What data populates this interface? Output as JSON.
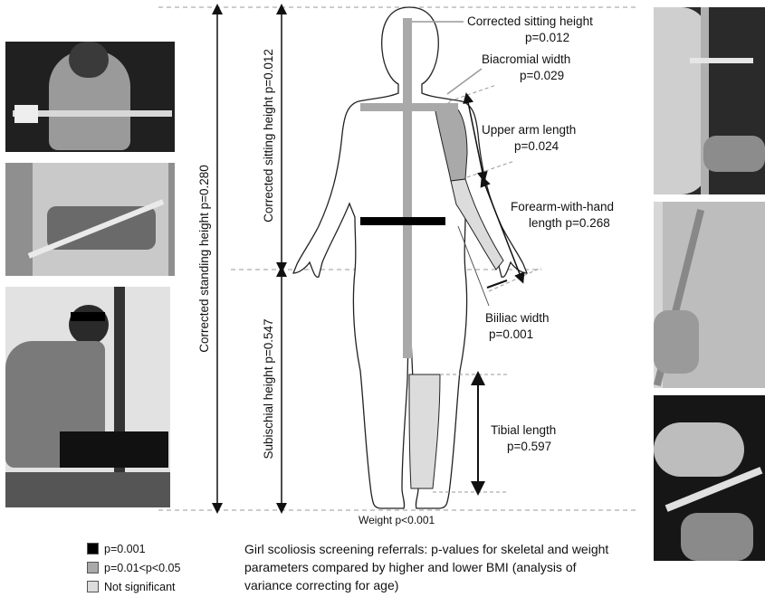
{
  "labels": {
    "corrected_sitting_height": "Corrected sitting height",
    "corrected_sitting_height_p": "p=0.012",
    "biacromial_width": "Biacromial width",
    "biacromial_width_p": "p=0.029",
    "upper_arm_length": "Upper arm length",
    "upper_arm_length_p": "p=0.024",
    "forearm_with_hand_1": "Forearm-with-hand",
    "forearm_with_hand_2": "length p=0.268",
    "biiliac_width": "Biiliac width",
    "biiliac_width_p": "p=0.001",
    "tibial_length": "Tibial length",
    "tibial_length_p": "p=0.597",
    "weight": "Weight p<0.001",
    "corrected_standing_height_vertical": "Corrected standing height p=0.280",
    "corrected_sitting_height_vertical": "Corrected sitting height p=0.012",
    "subischial_height_vertical": "Subischial height p=0.547"
  },
  "legend": [
    {
      "label": "p=0.001",
      "color": "#000000"
    },
    {
      "label": "p=0.01<p<0.05",
      "color": "#a9a9a9"
    },
    {
      "label": "Not significant",
      "color": "#dcdcdc"
    }
  ],
  "caption": "Girl scoliosis screening referrals: p-values for skeletal and weight parameters compared by higher and lower BMI (analysis of variance correcting for age)",
  "colors": {
    "significant_001": "#000000",
    "significant_005": "#a9a9a9",
    "not_significant": "#dcdcdc",
    "body_fill": "#ffffff",
    "outline": "#222222"
  }
}
